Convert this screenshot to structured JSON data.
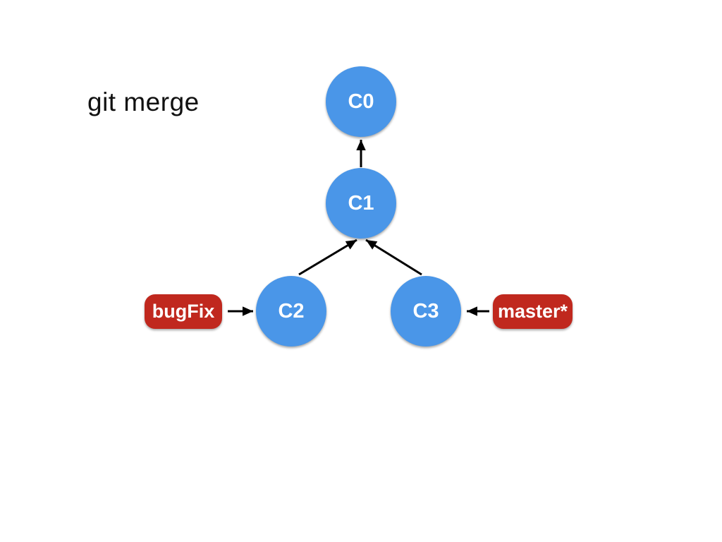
{
  "title": "git merge",
  "colors": {
    "background": "#ffffff",
    "node_fill": "#4a96e8",
    "branch_fill": "#c0281e",
    "arrow": "#000000",
    "node_text": "#ffffff",
    "title_text": "#111111"
  },
  "nodes": [
    {
      "id": "C0",
      "label": "C0"
    },
    {
      "id": "C1",
      "label": "C1"
    },
    {
      "id": "C2",
      "label": "C2"
    },
    {
      "id": "C3",
      "label": "C3"
    }
  ],
  "edges": [
    {
      "from": "C1",
      "to": "C0"
    },
    {
      "from": "C2",
      "to": "C1"
    },
    {
      "from": "C3",
      "to": "C1"
    }
  ],
  "branches": [
    {
      "label": "bugFix",
      "points_to": "C2"
    },
    {
      "label": "master*",
      "points_to": "C3"
    }
  ]
}
